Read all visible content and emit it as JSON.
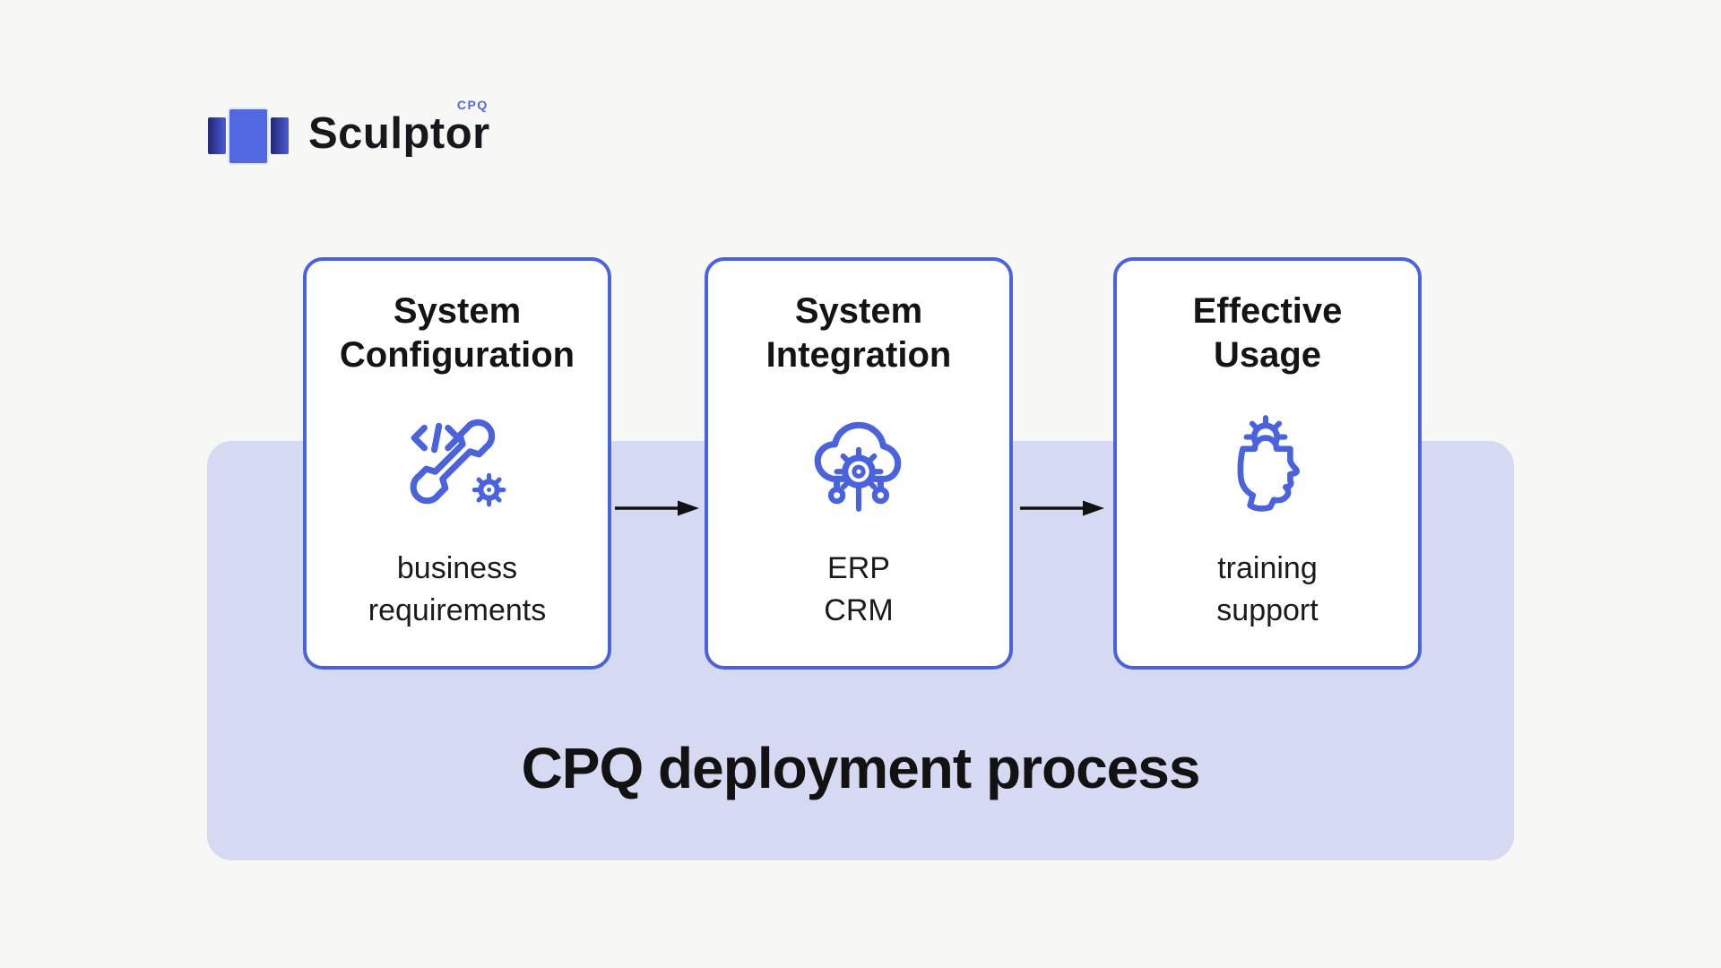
{
  "logo": {
    "brand": "Sculptor",
    "tag": "CPQ",
    "icon": "three-bars-logo-icon"
  },
  "colors": {
    "page_bg": "#F7F7F6",
    "band_lavender": "#D6D9F2",
    "accent_blue": "#4A63DD",
    "logo_blue": "#5168E0",
    "text_dark": "#141414",
    "arrow_black": "#111111",
    "card_bg": "#FFFFFF"
  },
  "process": {
    "heading": "CPQ deployment process",
    "connector_icon": "arrow-right-icon",
    "steps": [
      {
        "title_line1": "System",
        "title_line2": "Configuration",
        "icon": "code-wrench-gear-icon",
        "detail_line1": "business",
        "detail_line2": "requirements"
      },
      {
        "title_line1": "System",
        "title_line2": "Integration",
        "icon": "cloud-gear-network-icon",
        "detail_line1": "ERP",
        "detail_line2": "CRM"
      },
      {
        "title_line1": "Effective",
        "title_line2": "Usage",
        "icon": "head-gear-icon",
        "detail_line1": "training",
        "detail_line2": "support"
      }
    ]
  }
}
